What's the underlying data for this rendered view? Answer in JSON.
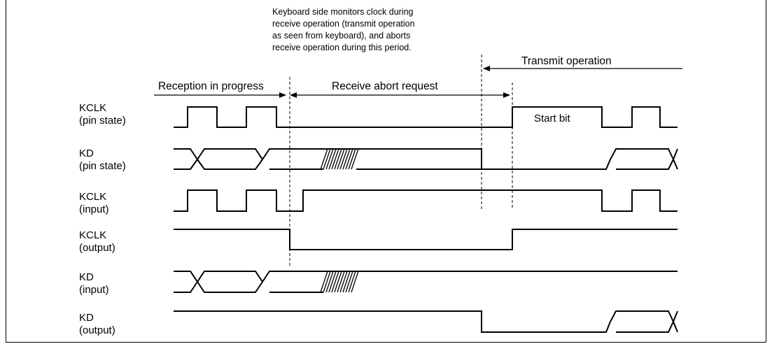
{
  "note_lines": [
    "Keyboard side monitors clock during",
    "receive operation (transmit operation",
    "as seen from keyboard), and aborts",
    "receive operation during this period."
  ],
  "phases": {
    "reception": "Reception in progress",
    "abort": "Receive abort request",
    "transmit": "Transmit operation"
  },
  "start_bit": "Start bit",
  "signals": [
    {
      "line1": "KCLK",
      "line2": "(pin state)"
    },
    {
      "line1": "KD",
      "line2": "(pin state)"
    },
    {
      "line1": "KCLK",
      "line2": "(input)"
    },
    {
      "line1": "KCLK",
      "line2": "(output)"
    },
    {
      "line1": "KD",
      "line2": "(input)"
    },
    {
      "line1": "KD",
      "line2": "(output)"
    }
  ]
}
